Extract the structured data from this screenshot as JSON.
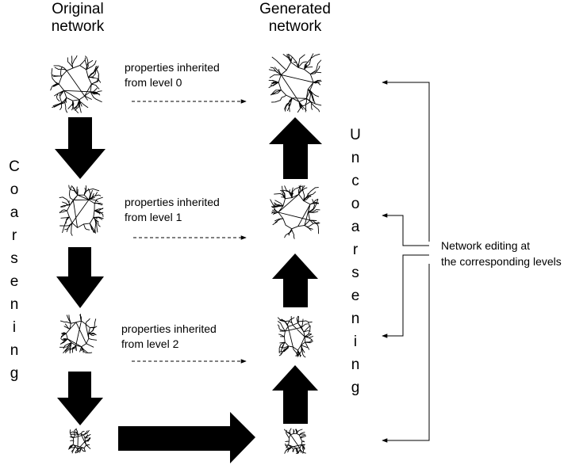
{
  "left_title": [
    "Original",
    "network"
  ],
  "right_title": [
    "Generated",
    "network"
  ],
  "properties": [
    [
      "properties inherited",
      "from level 0"
    ],
    [
      "properties inherited",
      "from level 1"
    ],
    [
      "properties inherited",
      "from level 2"
    ]
  ],
  "coarsening_label": "Coarsening",
  "uncoarsening_label": "Uncoarsening",
  "editing_note": [
    "Network editing at",
    "the corresponding levels"
  ]
}
